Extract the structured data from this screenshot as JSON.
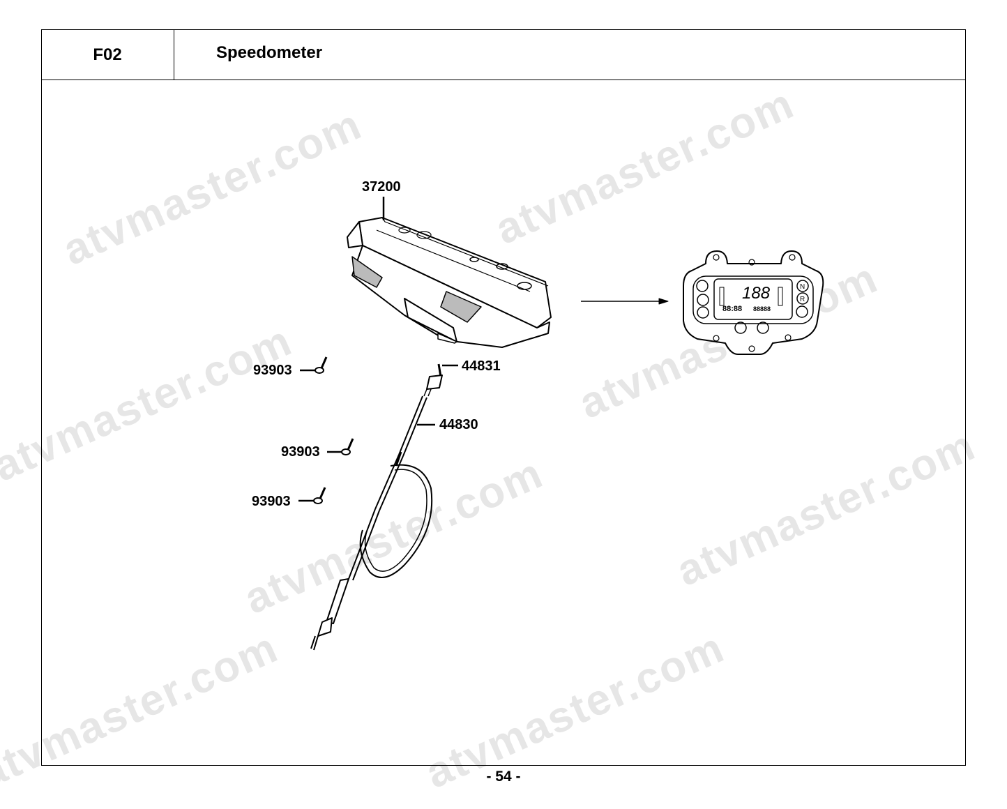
{
  "header": {
    "section_code": "F02",
    "title": "Speedometer"
  },
  "callouts": {
    "speedometer_assy": "37200",
    "screw_1": "93903",
    "screw_2": "93903",
    "screw_3": "93903",
    "cable_end": "44831",
    "cable": "44830"
  },
  "display": {
    "main_digits": "188",
    "clock": "88:88",
    "odometer": "88888",
    "neutral_symbol": "N",
    "reverse_symbol": "R"
  },
  "watermark": {
    "text": "atvmaster.com"
  },
  "footer": {
    "page_number": "- 54 -"
  }
}
